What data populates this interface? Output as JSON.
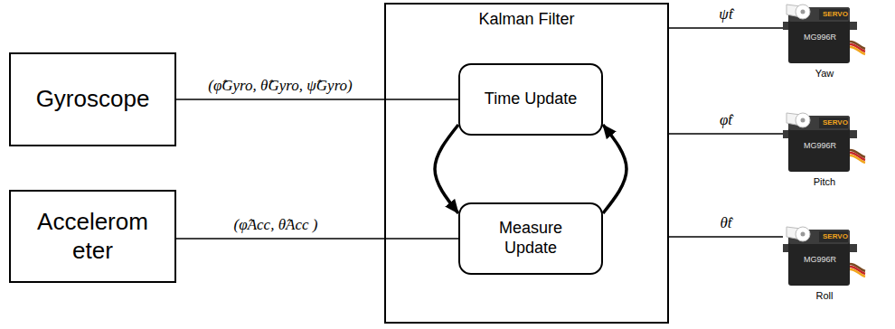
{
  "diagram": {
    "nodes": [
      {
        "text": [
          "Gyroscope"
        ]
      },
      {
        "text": [
          "Accelerom eter"
        ]
      },
      {
        "text": [
          "Kalman Filter"
        ]
      },
      {
        "text": [
          "Time Update"
        ],
        "in": 2
      },
      {
        "text": [
          "Measure Update"
        ],
        "in": 2
      },
      {
        "text": [
          "SERVO",
          "MG996R",
          "Yaw"
        ]
      },
      {
        "text": [
          "SERVO",
          "MG996R",
          "Pitch"
        ]
      },
      {
        "text": [
          "SERVO",
          "MG996R",
          "Roll"
        ]
      }
    ],
    "edges": [
      {
        "from": 0,
        "to": 3,
        "arrow": "none",
        "label": "(φ̂Gyro, θ̂Gyro, ψ̂Gyro)"
      },
      {
        "from": 1,
        "to": 4,
        "arrow": "none",
        "label": "(φ̂Acc, θ̂Acc )"
      },
      {
        "from": 3,
        "to": 4,
        "arrow": "to"
      },
      {
        "from": 4,
        "to": 3,
        "arrow": "to"
      },
      {
        "from": 2,
        "to": 5,
        "arrow": "none",
        "label": "ψ̂t"
      },
      {
        "from": 2,
        "to": 6,
        "arrow": "none",
        "label": "φ̂t"
      },
      {
        "from": 2,
        "to": 7,
        "arrow": "none",
        "label": "θ̂t"
      }
    ]
  }
}
